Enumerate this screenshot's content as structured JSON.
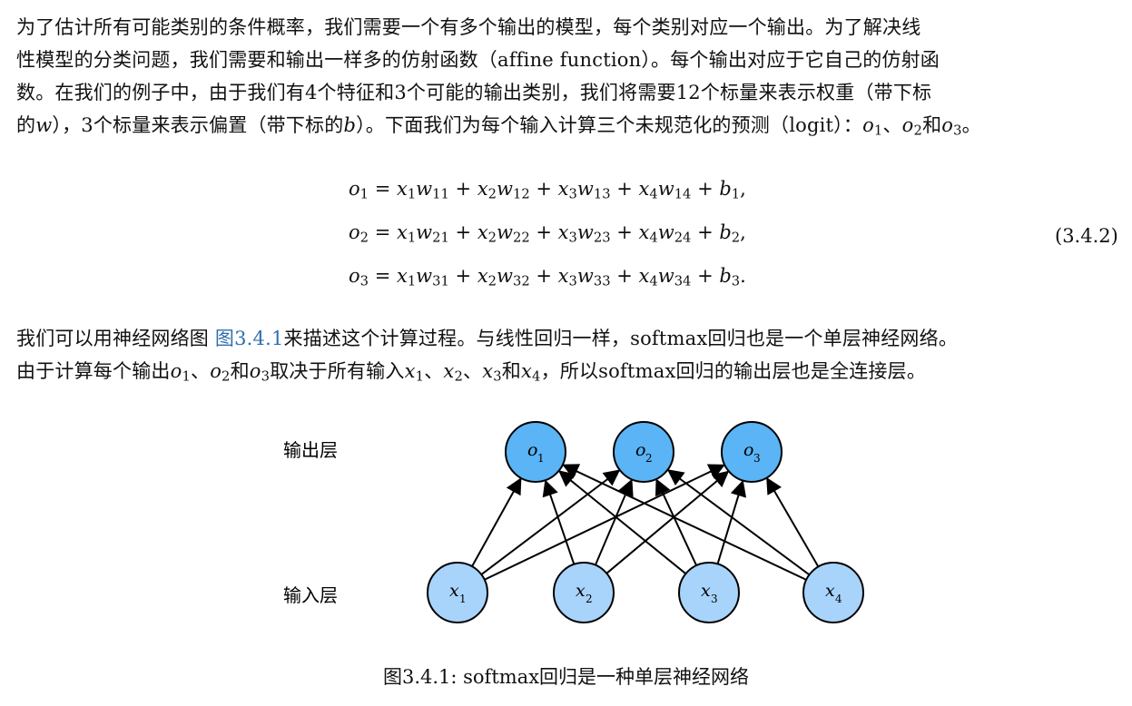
{
  "paragraph1": {
    "lines": [
      [
        {
          "t": "为了估计所有可能类别的条件概率，我们需要一个有多个输出的模型，每个类别对应一个输出。为了解决线"
        }
      ],
      [
        {
          "t": "性模型的分类问题，我们需要和输出一样多的仿射函数（affine function）。每个输出对应于它自己的仿射函"
        }
      ],
      [
        {
          "t": "数。在我们的例子中，由于我们有4个特征和3个可能的输出类别，我们将需要12个标量来表示权重（带下标"
        }
      ],
      [
        {
          "t": "的"
        },
        {
          "m": "w"
        },
        {
          "t": "），3个标量来表示偏置（带下标的"
        },
        {
          "m": "b"
        },
        {
          "t": "）。下面我们为每个输入计算三个未规范化的预测（logit）："
        },
        {
          "m": "o",
          "s": "1"
        },
        {
          "t": "、"
        },
        {
          "m": "o",
          "s": "2"
        },
        {
          "t": "和"
        },
        {
          "m": "o",
          "s": "3"
        },
        {
          "t": "。"
        }
      ]
    ]
  },
  "equations": {
    "lines": [
      "o_1 = x_1 w_11 + x_2 w_12 + x_3 w_13 + x_4 w_14 + b_1,",
      "o_2 = x_1 w_21 + x_2 w_22 + x_3 w_23 + x_4 w_24 + b_2,",
      "o_3 = x_1 w_31 + x_2 w_32 + x_3 w_33 + x_4 w_34 + b_3."
    ],
    "rows": [
      {
        "o": "1",
        "w": [
          "11",
          "12",
          "13",
          "14"
        ],
        "b": "1",
        "end": ","
      },
      {
        "o": "2",
        "w": [
          "21",
          "22",
          "23",
          "24"
        ],
        "b": "2",
        "end": ","
      },
      {
        "o": "3",
        "w": [
          "31",
          "32",
          "33",
          "34"
        ],
        "b": "3",
        "end": "."
      }
    ],
    "number": "(3.4.2)"
  },
  "paragraph2": {
    "lines": [
      [
        {
          "t": "我们可以用神经网络图 "
        },
        {
          "link": "图3.4.1"
        },
        {
          "t": "来描述这个计算过程。与线性回归一样，softmax回归也是一个单层神经网络。"
        }
      ],
      [
        {
          "t": "由于计算每个输出"
        },
        {
          "m": "o",
          "s": "1"
        },
        {
          "t": "、"
        },
        {
          "m": "o",
          "s": "2"
        },
        {
          "t": "和"
        },
        {
          "m": "o",
          "s": "3"
        },
        {
          "t": "取决于所有输入"
        },
        {
          "m": "x",
          "s": "1"
        },
        {
          "t": "、"
        },
        {
          "m": "x",
          "s": "2"
        },
        {
          "t": "、"
        },
        {
          "m": "x",
          "s": "3"
        },
        {
          "t": "和"
        },
        {
          "m": "x",
          "s": "4"
        },
        {
          "t": "，所以softmax回归的输出层也是全连接层。"
        }
      ]
    ]
  },
  "figure": {
    "output_layer_label": "输出层",
    "input_layer_label": "输入层",
    "output_nodes": [
      {
        "var": "o",
        "sub": "1"
      },
      {
        "var": "o",
        "sub": "2"
      },
      {
        "var": "o",
        "sub": "3"
      }
    ],
    "input_nodes": [
      {
        "var": "x",
        "sub": "1"
      },
      {
        "var": "x",
        "sub": "2"
      },
      {
        "var": "x",
        "sub": "3"
      },
      {
        "var": "x",
        "sub": "4"
      }
    ],
    "colors": {
      "output_fill": "#5ab4f5",
      "input_fill": "#a8d4fb",
      "stroke": "#000000"
    }
  },
  "caption": "图3.4.1: softmax回归是一种单层神经网络"
}
